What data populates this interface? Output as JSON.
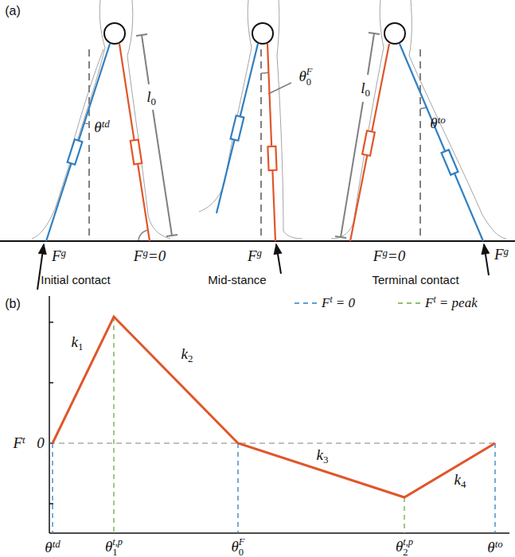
{
  "diagram": {
    "labels": [
      "(a)",
      "θtd",
      "l0",
      "θ0F",
      "l0",
      "θto",
      "Fg",
      "Fg=0",
      "Fg",
      "Fg=0",
      "Fg",
      "Initial contact",
      "Mid-stance",
      "Terminal contact",
      "(b)",
      "k1",
      "k2",
      "k3",
      "k4",
      "Ft",
      "0",
      "θtd",
      "θ1t,p",
      "θ0F",
      "θ2t,p",
      "θto"
    ],
    "legend": [
      {
        "text": "Ft = 0"
      },
      {
        "text": "Ft = peak"
      }
    ]
  }
}
